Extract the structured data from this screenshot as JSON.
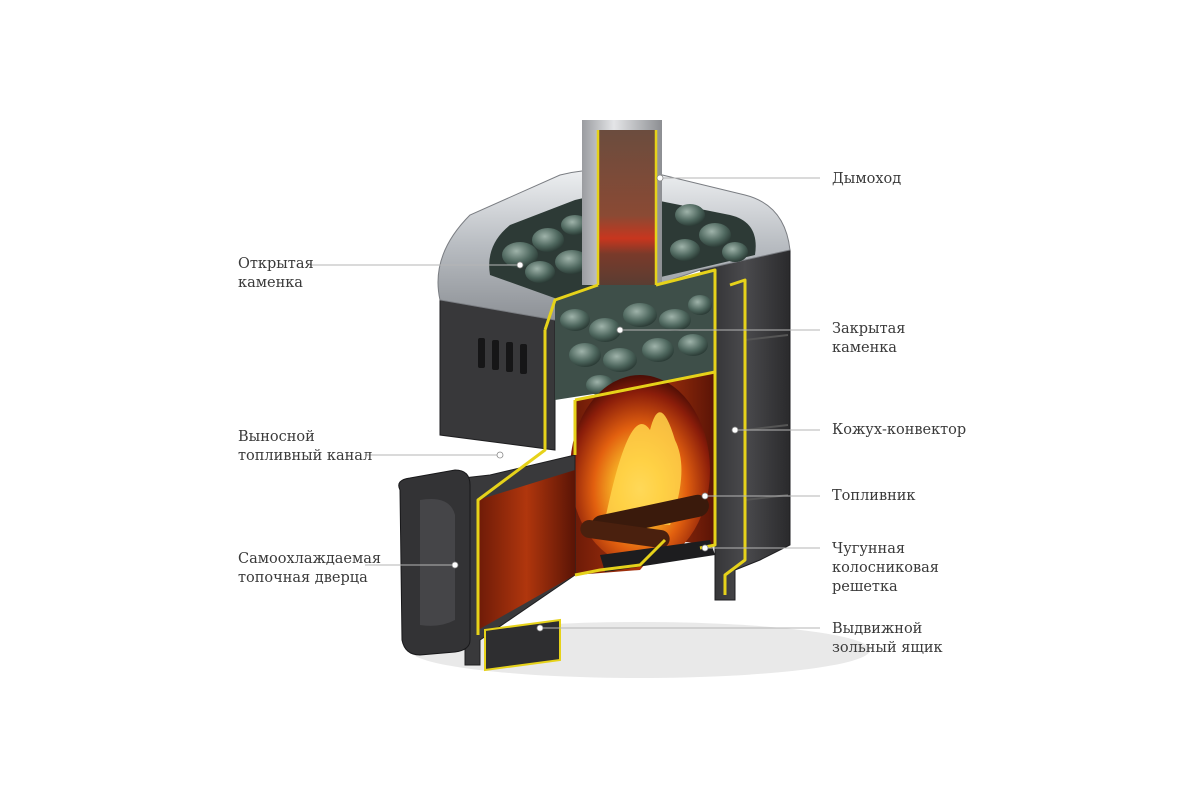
{
  "labels": {
    "left": [
      {
        "id": "open-heater",
        "lines": [
          "Открытая",
          "каменка"
        ]
      },
      {
        "id": "fuel-channel",
        "lines": [
          "Выносной",
          "топливный канал"
        ]
      },
      {
        "id": "door",
        "lines": [
          "Самоохлаждаемая",
          "топочная дверца"
        ]
      }
    ],
    "right": [
      {
        "id": "chimney",
        "lines": [
          "Дымоход"
        ]
      },
      {
        "id": "closed-heater",
        "lines": [
          "Закрытая",
          "каменка"
        ]
      },
      {
        "id": "convector",
        "lines": [
          "Кожух-конвектор"
        ]
      },
      {
        "id": "firebox",
        "lines": [
          "Топливник"
        ]
      },
      {
        "id": "grate",
        "lines": [
          "Чугунная",
          "колосниковая",
          "решетка"
        ]
      },
      {
        "id": "ashbox",
        "lines": [
          "Выдвижной",
          "зольный ящик"
        ]
      }
    ]
  },
  "colors": {
    "body": "#3b3b3d",
    "body_dark": "#2a2a2c",
    "steel": "#c9ccd0",
    "cut_outline": "#e6d21a",
    "stones": "#4f6b62",
    "fire_inner": "#f7b21b",
    "fire_outer": "#c8360e",
    "leader": "#b5b5b5"
  }
}
